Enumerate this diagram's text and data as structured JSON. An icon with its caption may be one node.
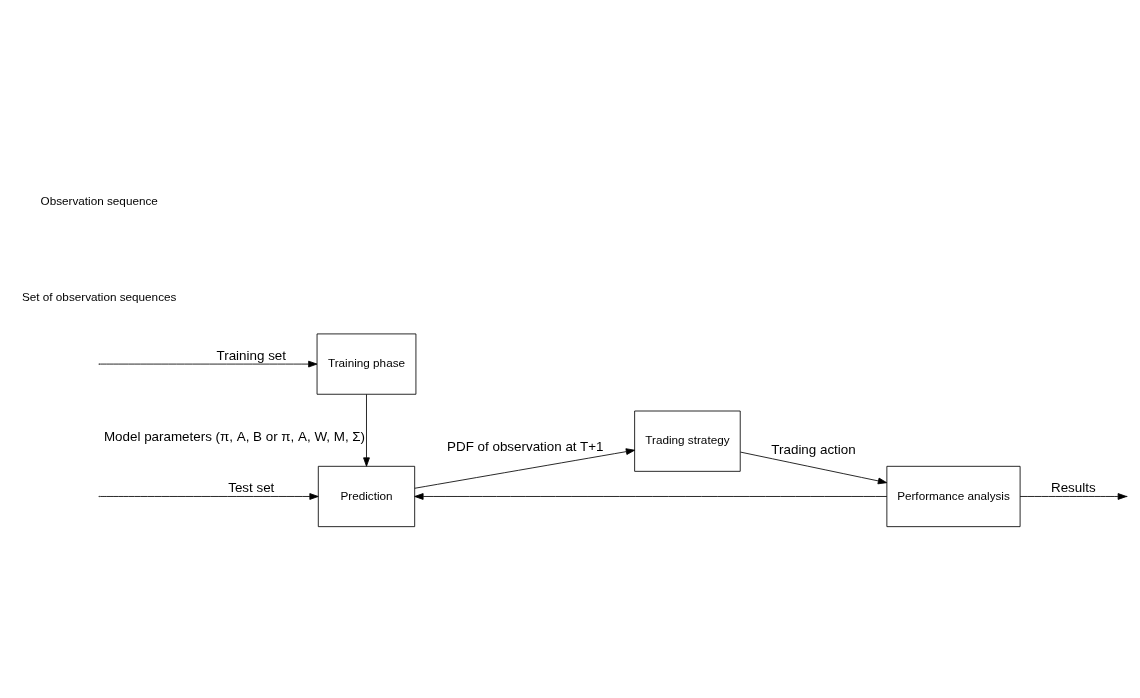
{
  "diagram": {
    "nodes": [
      {
        "text": [
          "Training phase"
        ]
      },
      {
        "text": [
          "Prediction"
        ]
      },
      {
        "text": [
          "Trading strategy"
        ]
      },
      {
        "text": [
          "Performance analysis"
        ]
      }
    ],
    "edges": [
      {
        "from": null,
        "to": 0,
        "arrow": "to",
        "label": "Training set"
      },
      {
        "from": 0,
        "to": 1,
        "arrow": "to",
        "label": "Model parameters (π, A, B or π, A, W, M, Σ)"
      },
      {
        "from": null,
        "to": 1,
        "arrow": "to",
        "label": "Test set"
      },
      {
        "from": 1,
        "to": 2,
        "arrow": "to",
        "label": "PDF of observation at T+1"
      },
      {
        "from": 2,
        "to": 3,
        "arrow": "to",
        "label": "Trading action"
      },
      {
        "from": 3,
        "to": 1,
        "arrow": "to"
      },
      {
        "from": 3,
        "to": null,
        "arrow": "to",
        "label": "Results"
      }
    ],
    "labels": [
      "Set of observation sequences",
      "Observation sequence"
    ]
  }
}
